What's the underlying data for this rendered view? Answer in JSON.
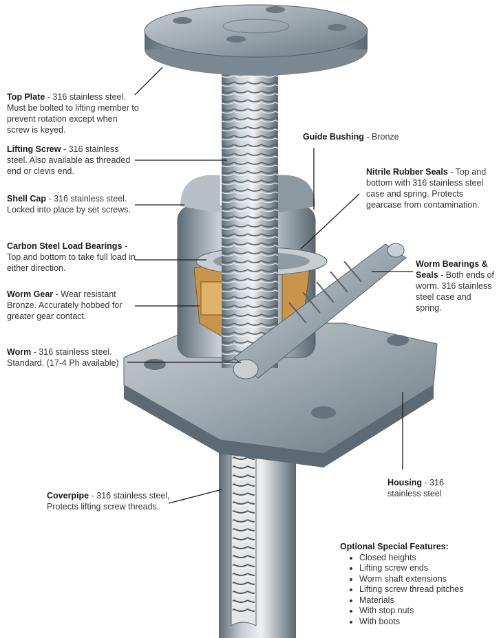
{
  "diagram": {
    "subject": "Stainless steel worm gear screw jack (cutaway)",
    "callouts": [
      {
        "id": "top-plate",
        "name": "Top Plate",
        "desc": " - 316 stainless steel. Must be bolted to lifting member to prevent rotation except when screw is keyed."
      },
      {
        "id": "lifting-screw",
        "name": "Lifting Screw",
        "desc": " - 316 stainless steel. Also available as threaded end or clevis end."
      },
      {
        "id": "shell-cap",
        "name": "Shell Cap",
        "desc": " - 316 stainless steel. Locked into place by set screws."
      },
      {
        "id": "load-bearings",
        "name": "Carbon Steel Load Bearings",
        "desc": " - Top and bottom to take full load in either direction."
      },
      {
        "id": "worm-gear",
        "name": "Worm Gear",
        "desc": " - Wear resistant Bronze. Accurately hobbed for greater gear contact."
      },
      {
        "id": "worm",
        "name": "Worm",
        "desc": " - 316 stainless steel. Standard. (17-4 Ph available)"
      },
      {
        "id": "guide-bushing",
        "name": "Guide Bushing",
        "desc": " - Bronze"
      },
      {
        "id": "nitrile-seals",
        "name": "Nitrile Rubber Seals",
        "desc": " - Top and bottom with 316 stainless steel case and spring. Protects gearcase from contamination."
      },
      {
        "id": "worm-bearings",
        "name": "Worm Bearings & Seals",
        "desc": " - Both ends of worm. 316 stainless steel case and spring."
      },
      {
        "id": "housing",
        "name": "Housing",
        "desc": " - 316 stainless steel"
      },
      {
        "id": "coverpipe",
        "name": "Coverpipe",
        "desc": " - 316 stainless steel, Protects lifting screw threads."
      }
    ],
    "features": {
      "title": "Optional Special Features:",
      "items": [
        "Closed heights",
        "Lifting screw ends",
        "Worm shaft extensions",
        "Lifting screw thread pitches",
        "Materials",
        "With stop nuts",
        "With boots"
      ]
    },
    "colors": {
      "steel": "#a9b3bb",
      "steel_dark": "#6d7a84",
      "bronze": "#c9954b",
      "text": "#333333"
    }
  }
}
